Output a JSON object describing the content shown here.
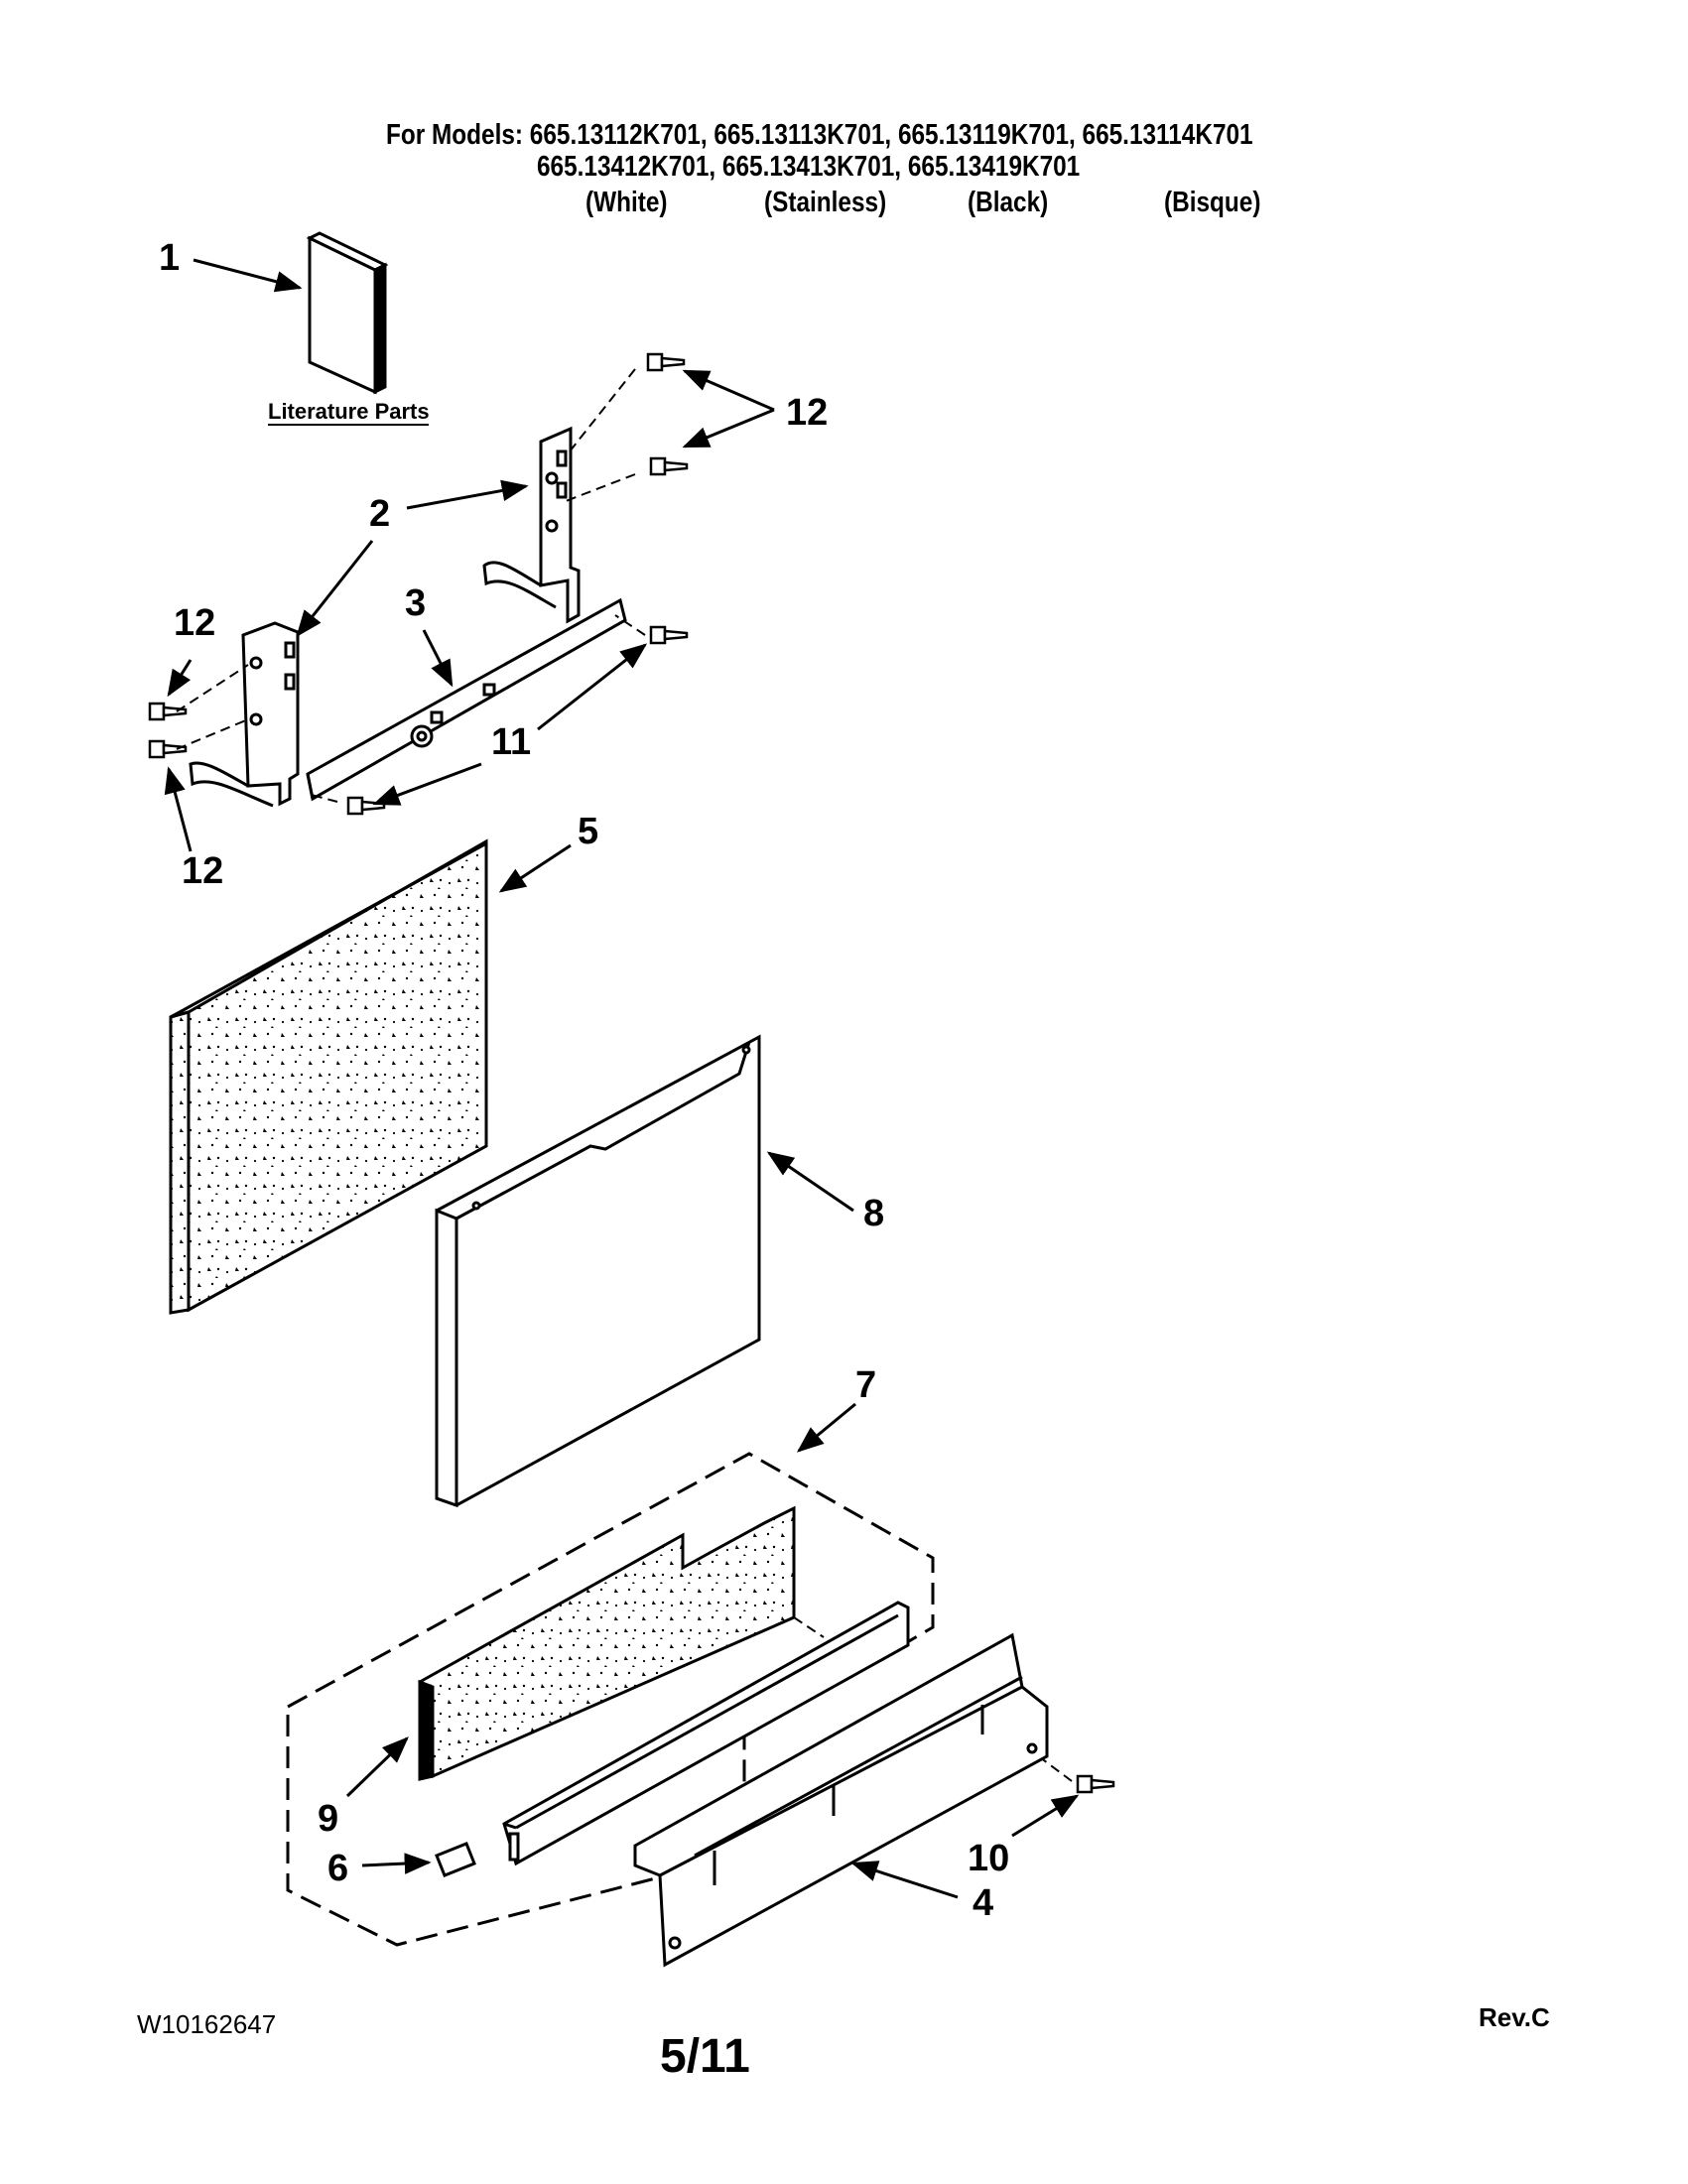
{
  "header": {
    "line1": "For Models: 665.13112K701, 665.13113K701, 665.13119K701, 665.13114K701",
    "line2": "665.13412K701, 665.13413K701, 665.13419K701",
    "colors": [
      "(White)",
      "(Stainless)",
      "(Black)",
      "(Bisque)"
    ]
  },
  "literature_label": "Literature Parts",
  "callouts": {
    "c1": "1",
    "c2": "2",
    "c3": "3",
    "c4": "4",
    "c5": "5",
    "c6": "6",
    "c7": "7",
    "c8": "8",
    "c9": "9",
    "c10": "10",
    "c11": "11",
    "c12": "12"
  },
  "footer": {
    "doc_number": "W10162647",
    "page": "5/11",
    "revision": "Rev.C"
  }
}
